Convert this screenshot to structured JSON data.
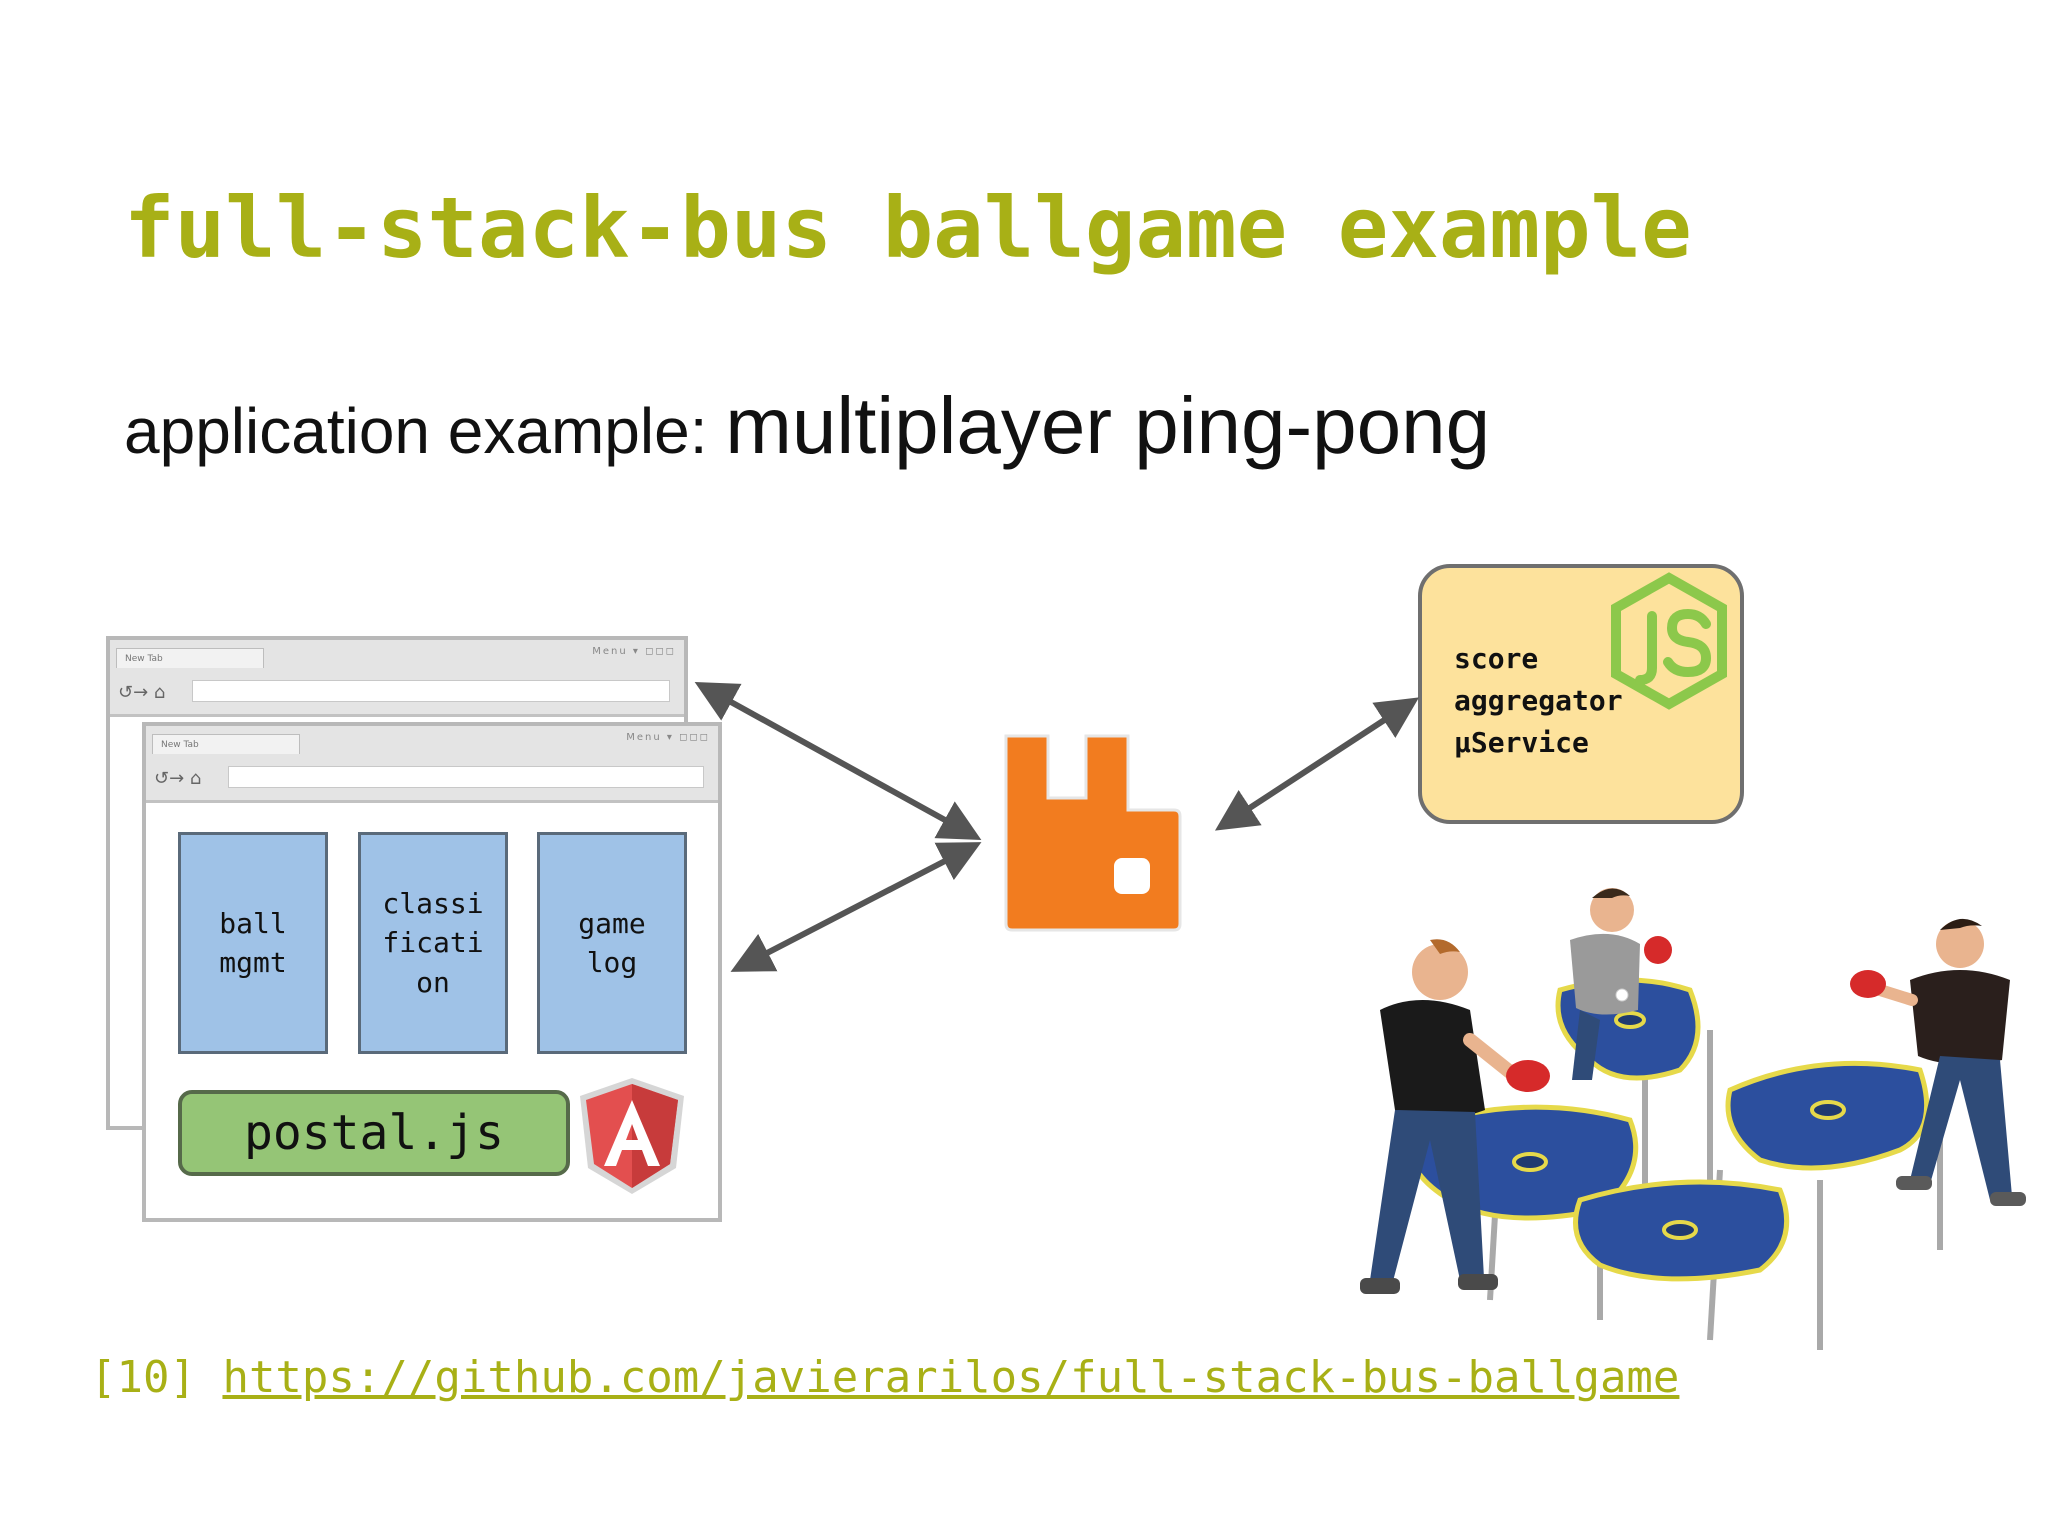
{
  "slide": {
    "title": "full-stack-bus ballgame example",
    "subtitle_lead": "application example: ",
    "subtitle_main": "multiplayer ping-pong"
  },
  "browser": {
    "tab_label": "New Tab",
    "menu_label": "Menu ▾"
  },
  "components": {
    "ball": "ball\nmgmt",
    "classification": "classi\nficati\non",
    "gamelog": "game\nlog",
    "bus": "postal.js"
  },
  "service": {
    "line1": "score",
    "line2": "aggregator",
    "line3": "µService"
  },
  "footnote": {
    "ref": "[10] ",
    "url": "https://github.com/javierarilos/full-stack-bus-ballgame"
  },
  "colors": {
    "title": "#a8b016",
    "component_fill": "#9fc2e7",
    "bus_fill": "#95c576",
    "broker": "#f27c1f",
    "service_fill": "#fde29c",
    "node_green": "#8cc84b",
    "angular_red": "#e34f4f",
    "table_blue": "#2c4f9e",
    "arrow": "#555555"
  },
  "icons": {
    "broker": "rabbitmq-icon",
    "service": "nodejs-icon",
    "bus_framework": "angular-icon",
    "photo": "ping-pong-players-image"
  }
}
